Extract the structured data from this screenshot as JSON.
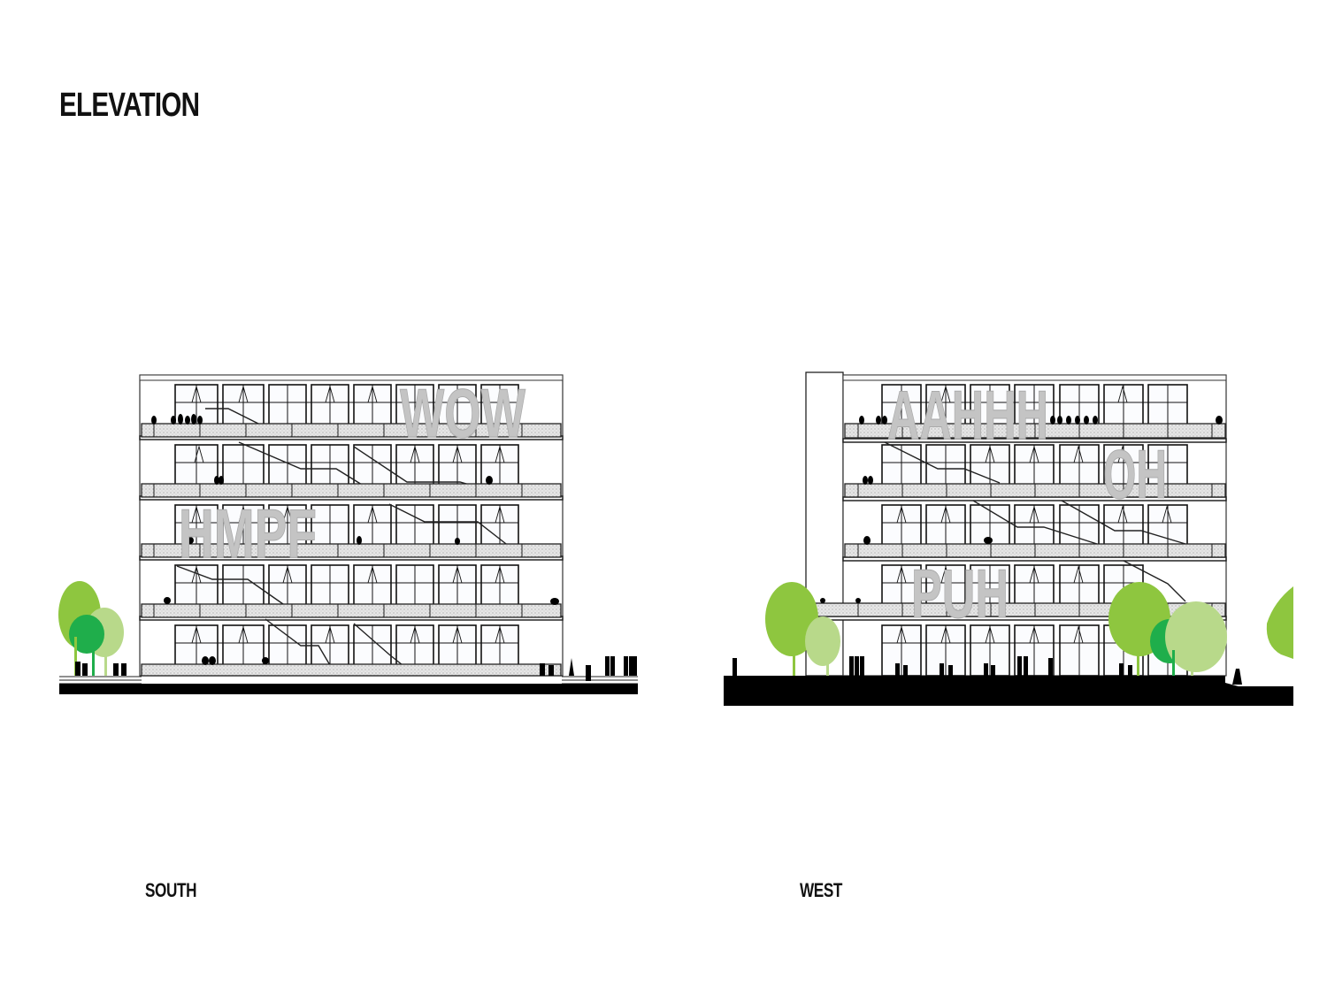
{
  "page": {
    "title": "ELEVATION"
  },
  "colors": {
    "line": "#111111",
    "balcony_fill": "#e4e4e4",
    "supergraphic": "#c4c4c4",
    "glass": "#f7f9fc",
    "ground": "#000000",
    "tree_light": "#b8d98a",
    "tree_mid": "#8ec63f",
    "tree_dark": "#1fae4b"
  },
  "elevations": [
    {
      "id": "south",
      "label": "SOUTH",
      "floors": 5,
      "supergraphics": [
        {
          "text": "WOW",
          "floor": 5
        },
        {
          "text": "HMPF",
          "floor": 3
        }
      ]
    },
    {
      "id": "west",
      "label": "WEST",
      "floors": 5,
      "supergraphics": [
        {
          "text": "AAHHH",
          "floor": 5
        },
        {
          "text": "OH",
          "floor": 4
        },
        {
          "text": "PUH",
          "floor": 2
        }
      ]
    }
  ]
}
